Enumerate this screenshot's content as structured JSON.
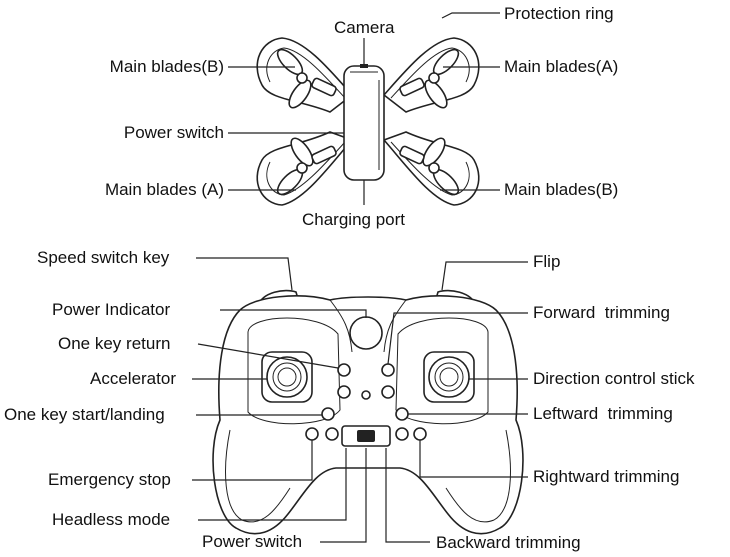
{
  "drone_labels": {
    "camera": "Camera",
    "protection_ring": "Protection ring",
    "main_blades_b_top": "Main blades(B)",
    "main_blades_a_top": "Main blades(A)",
    "power_switch": "Power switch",
    "main_blades_a_bottom": "Main blades (A)",
    "main_blades_b_bottom": "Main blades(B)",
    "charging_port": "Charging port"
  },
  "controller_labels": {
    "speed_switch_key": "Speed switch key",
    "flip": "Flip",
    "power_indicator": "Power Indicator",
    "forward_trimming": "Forward  trimming",
    "one_key_return": "One key return",
    "accelerator": "Accelerator",
    "direction_control_stick": "Direction control stick",
    "one_key_start_landing": "One key start/landing",
    "leftward_trimming": "Leftward  trimming",
    "emergency_stop": "Emergency stop",
    "rightward_trimming": "Rightward trimming",
    "headless_mode": "Headless mode",
    "power_switch": "Power switch",
    "backward_trimming": "Backward trimming"
  },
  "colors": {
    "line": "#222222",
    "background": "#ffffff"
  }
}
